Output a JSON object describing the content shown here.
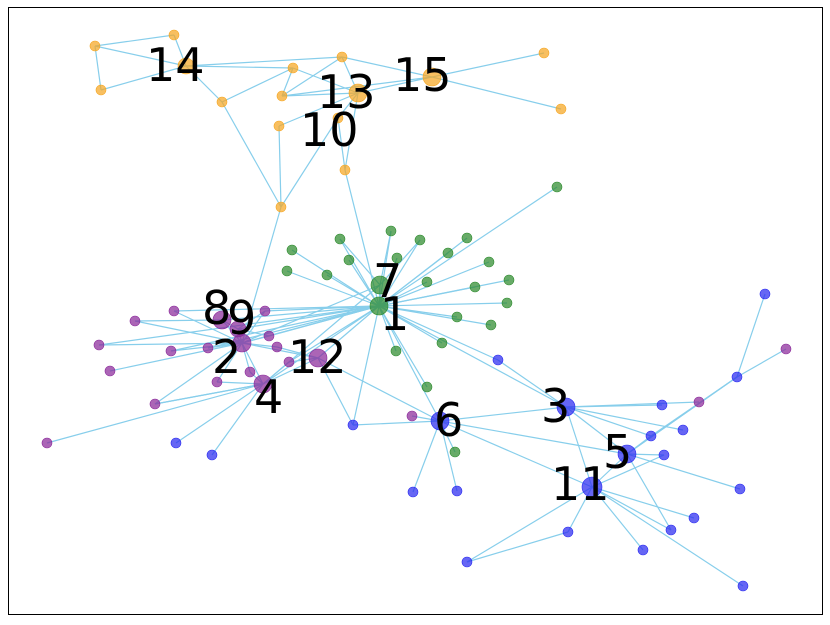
{
  "graph": {
    "edge_color": "#87ceeb",
    "communities": {
      "orange": "#f5a623",
      "green": "#2e8b2e",
      "purple": "#8b2a9a",
      "blue": "#2b2bf0"
    },
    "labels": {
      "n1": "1",
      "n2": "2",
      "n3": "3",
      "n4": "4",
      "n5": "5",
      "n6": "6",
      "n7": "7",
      "n8": "8",
      "n9": "9",
      "n10": "10",
      "n11": "11",
      "n12": "12",
      "n13": "13",
      "n14": "14",
      "n15": "15"
    }
  }
}
